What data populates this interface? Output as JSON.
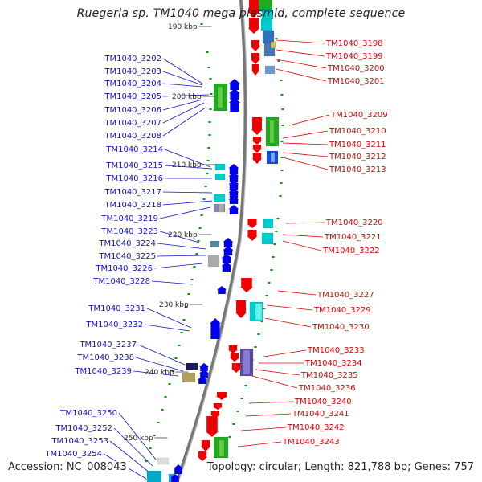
{
  "title": "Ruegeria sp. TM1040 mega plasmid, complete sequence",
  "accession": "Accession: NC_008043",
  "topology_text": "Topology: circular; Length: 821,788 bp; Genes: 757",
  "colors": {
    "forward_label": "#1010cc",
    "reverse_label": "#dd0000",
    "backbone": "#888888",
    "tick": "#009900"
  },
  "scale_ticks": [
    "190 kbp",
    "200 kbp",
    "210 kbp",
    "220 kbp",
    "230 kbp",
    "240 kbp",
    "250 kbp"
  ],
  "forward_genes": [
    "TM1040_3202",
    "TM1040_3203",
    "TM1040_3204",
    "TM1040_3205",
    "TM1040_3206",
    "TM1040_3207",
    "TM1040_3208",
    "TM1040_3214",
    "TM1040_3215",
    "TM1040_3216",
    "TM1040_3217",
    "TM1040_3218",
    "TM1040_3219",
    "TM1040_3223",
    "TM1040_3224",
    "TM1040_3225",
    "TM1040_3226",
    "TM1040_3228",
    "TM1040_3231",
    "TM1040_3232",
    "TM1040_3237",
    "TM1040_3238",
    "TM1040_3239",
    "TM1040_3250",
    "TM1040_3252",
    "TM1040_3253",
    "TM1040_3254"
  ],
  "reverse_genes": [
    "TM1040_3198",
    "TM1040_3199",
    "TM1040_3200",
    "TM1040_3201",
    "TM1040_3209",
    "TM1040_3210",
    "TM1040_3211",
    "TM1040_3212",
    "TM1040_3213",
    "TM1040_3220",
    "TM1040_3221",
    "TM1040_3222",
    "TM1040_3227",
    "TM1040_3229",
    "TM1040_3230",
    "TM1040_3233",
    "TM1040_3234",
    "TM1040_3235",
    "TM1040_3236",
    "TM1040_3240",
    "TM1040_3241",
    "TM1040_3242",
    "TM1040_3243"
  ]
}
